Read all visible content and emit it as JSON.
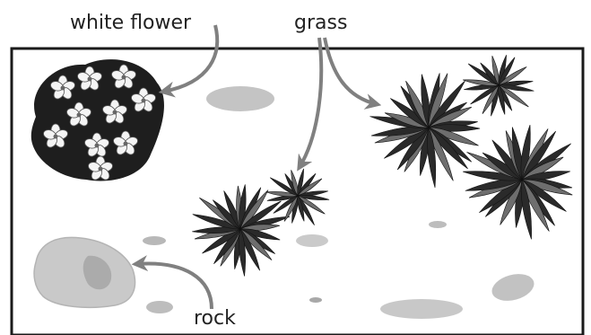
{
  "labels": {
    "white_flower": "white flower",
    "grass": "grass",
    "rock": "rock"
  },
  "colors": {
    "frame": "#1a1a1a",
    "arrow": "#808080",
    "rock_fill": "#c9c9c9",
    "rock_shade": "#9e9e9e",
    "grass_dark": "#2a2a2a",
    "grass_mid": "#6e6e6e",
    "flower_leaf": "#1e1e1e",
    "flower_petal": "#f4f4f4"
  }
}
